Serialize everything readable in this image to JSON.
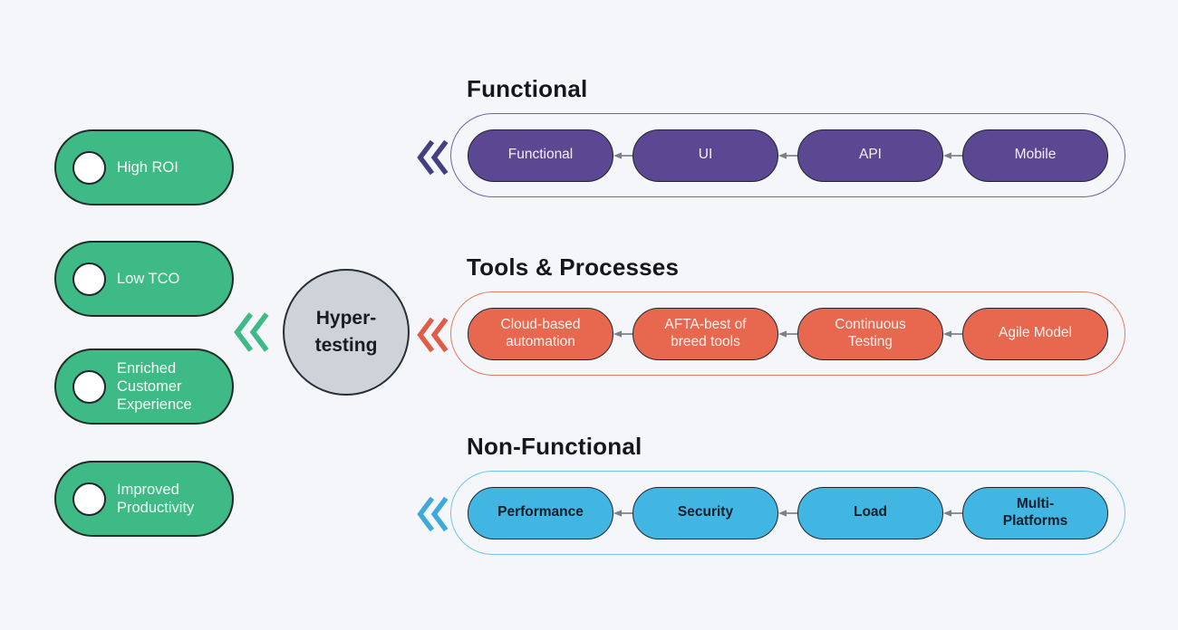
{
  "benefits": [
    {
      "label": "High ROI"
    },
    {
      "label": "Low TCO"
    },
    {
      "label": "Enriched Customer Experience"
    },
    {
      "label": "Improved Productivity"
    }
  ],
  "center": {
    "label": "Hyper-\ntesting"
  },
  "groups": [
    {
      "title": "Functional",
      "color": "#5b4792",
      "border_color": "#6f61a9",
      "chevron_color": "#453e80",
      "items": [
        "Functional",
        "UI",
        "API",
        "Mobile"
      ]
    },
    {
      "title": "Tools & Processes",
      "color": "#e8684f",
      "border_color": "#e47b62",
      "chevron_color": "#e05c47",
      "items": [
        "Cloud-based\nautomation",
        "AFTA-best of\nbreed tools",
        "Continuous\nTesting",
        "Agile Model"
      ]
    },
    {
      "title": "Non-Functional",
      "color": "#41b6e3",
      "border_color": "#6fc6e9",
      "chevron_color": "#3fa9dc",
      "items": [
        "Performance",
        "Security",
        "Load",
        "Multi-\nPlatforms"
      ]
    }
  ],
  "colors": {
    "background": "#f4f6f9",
    "benefit_green": "#3eba86",
    "benefit_chevron": "#3eba86",
    "hub_gray": "#ced3da",
    "arrow_gray": "#7a8087",
    "heading_text": "#15171c"
  },
  "icons": {
    "chevron": "double-chevron-left-icon",
    "arrow": "arrow-left-icon",
    "dot": "bullet-circle-icon"
  }
}
